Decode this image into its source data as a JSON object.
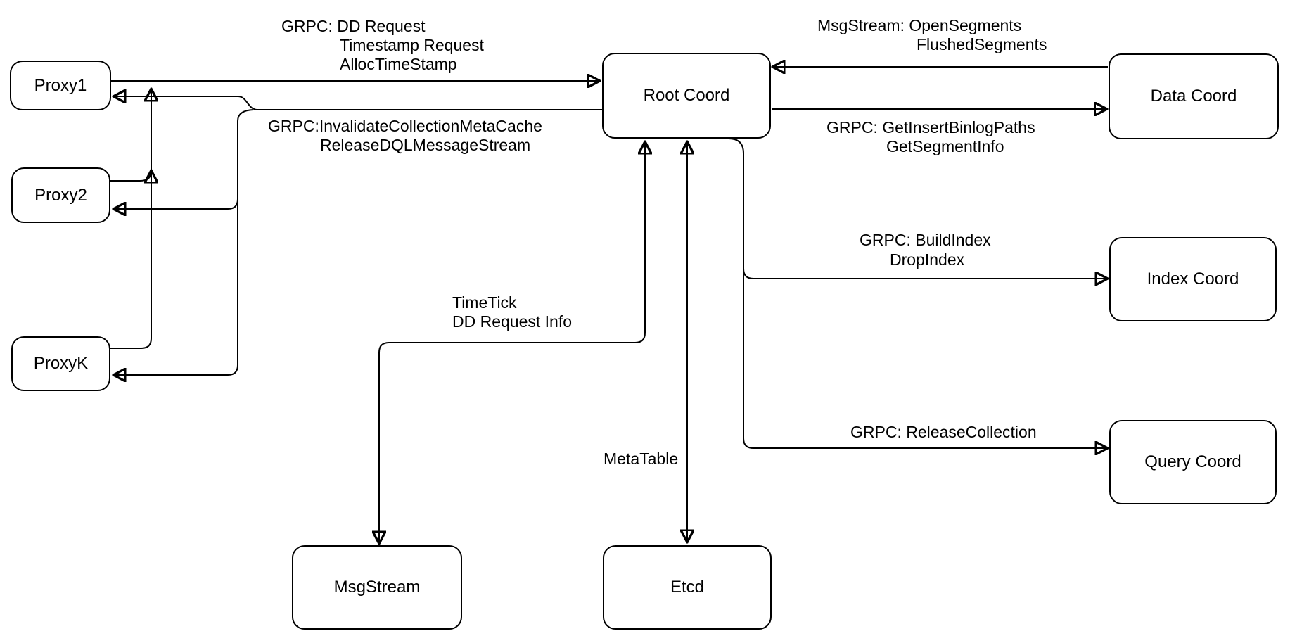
{
  "diagram": {
    "nodes": [
      {
        "id": "proxy1",
        "label": "Proxy1"
      },
      {
        "id": "proxy2",
        "label": "Proxy2"
      },
      {
        "id": "proxyk",
        "label": "ProxyK"
      },
      {
        "id": "root-coord",
        "label": "Root Coord"
      },
      {
        "id": "data-coord",
        "label": "Data Coord"
      },
      {
        "id": "index-coord",
        "label": "Index Coord"
      },
      {
        "id": "query-coord",
        "label": "Query Coord"
      },
      {
        "id": "msgstream",
        "label": "MsgStream"
      },
      {
        "id": "etcd",
        "label": "Etcd"
      }
    ],
    "edge_labels": {
      "proxy_to_root": [
        "GRPC: DD Request",
        "Timestamp Request",
        "AllocTimeStamp"
      ],
      "root_to_proxy": [
        "GRPC:InvalidateCollectionMetaCache",
        "ReleaseDQLMessageStream"
      ],
      "data_to_root": [
        "MsgStream: OpenSegments",
        "FlushedSegments"
      ],
      "root_to_data": [
        "GRPC: GetInsertBinlogPaths",
        "GetSegmentInfo"
      ],
      "root_to_index": [
        "GRPC: BuildIndex",
        "DropIndex"
      ],
      "root_to_query": [
        "GRPC: ReleaseCollection"
      ],
      "root_to_msgstream": [
        "TimeTick",
        "DD Request Info"
      ],
      "root_to_etcd": [
        "MetaTable"
      ]
    },
    "colors": {
      "stroke": "#000000",
      "background": "#ffffff",
      "text": "#000000"
    }
  }
}
